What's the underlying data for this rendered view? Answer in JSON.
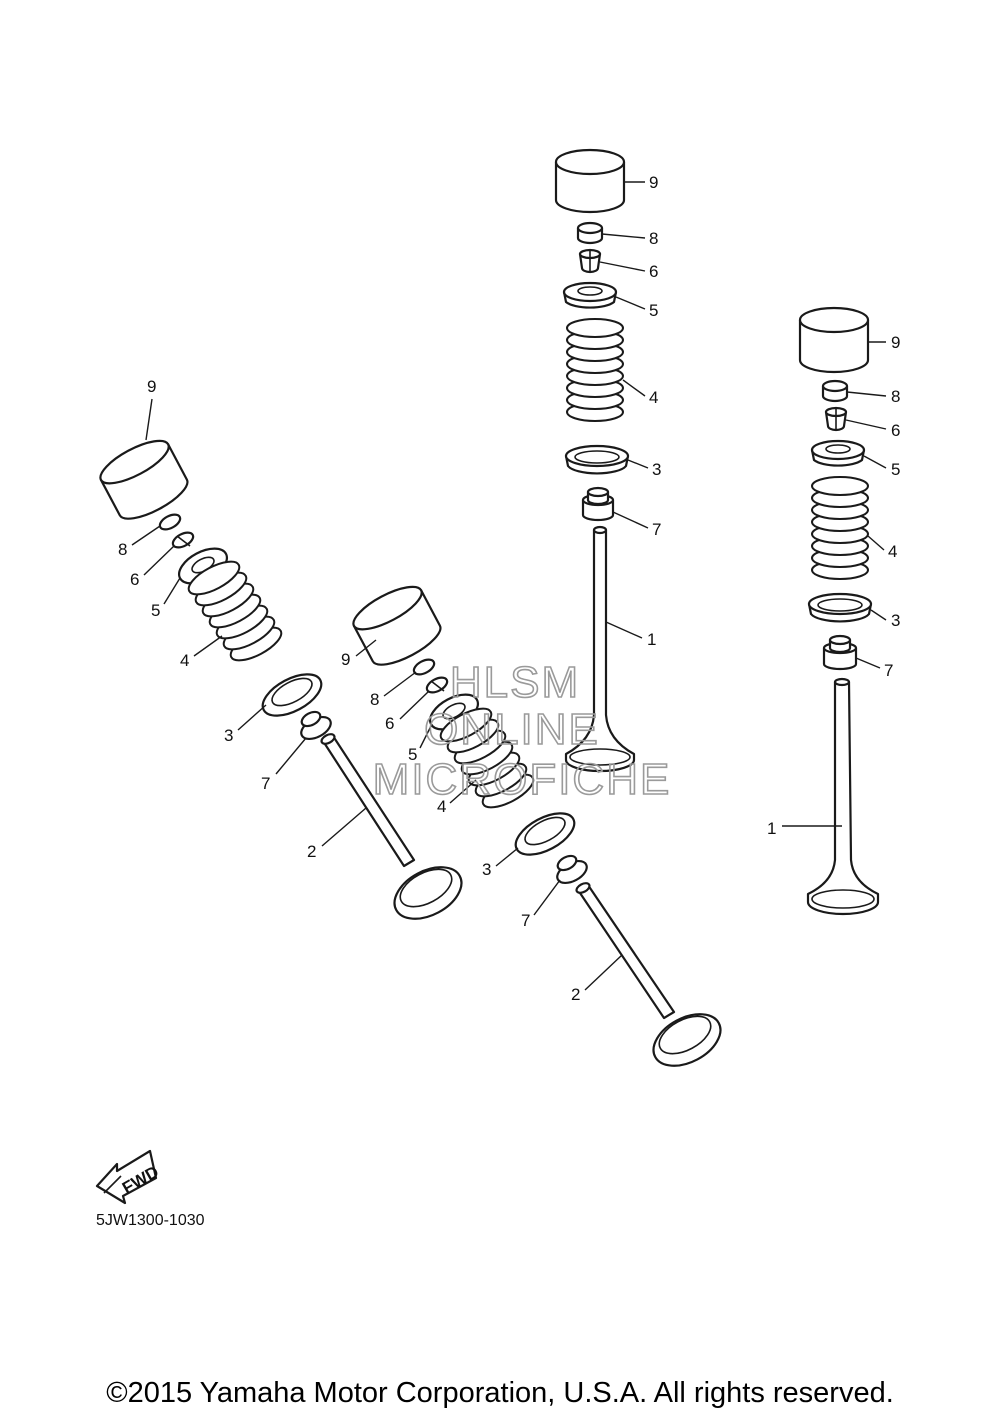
{
  "diagram": {
    "callouts": {
      "c1": "9",
      "c2": "8",
      "c3": "6",
      "c4": "5",
      "c5": "4",
      "c6": "3",
      "c7": "7",
      "c8": "1",
      "r1": "9",
      "r2": "8",
      "r3": "6",
      "r4": "5",
      "r5": "4",
      "r6": "3",
      "r7": "7",
      "r8": "1",
      "l1": "9",
      "l2": "8",
      "l3": "6",
      "l4": "5",
      "l5": "4",
      "l6": "3",
      "l7": "7",
      "l8": "2",
      "m1": "9",
      "m2": "8",
      "m3": "6",
      "m4": "5",
      "m5": "4",
      "m6": "3",
      "m7": "7",
      "m8": "2"
    },
    "watermark": [
      "HLSM",
      "ONLINE",
      "MICROFICHE"
    ],
    "fwd_label": "FWD",
    "part_code": "5JW1300-1030"
  },
  "footer": {
    "copyright": "©2015 Yamaha Motor Corporation, U.S.A. All rights reserved."
  }
}
